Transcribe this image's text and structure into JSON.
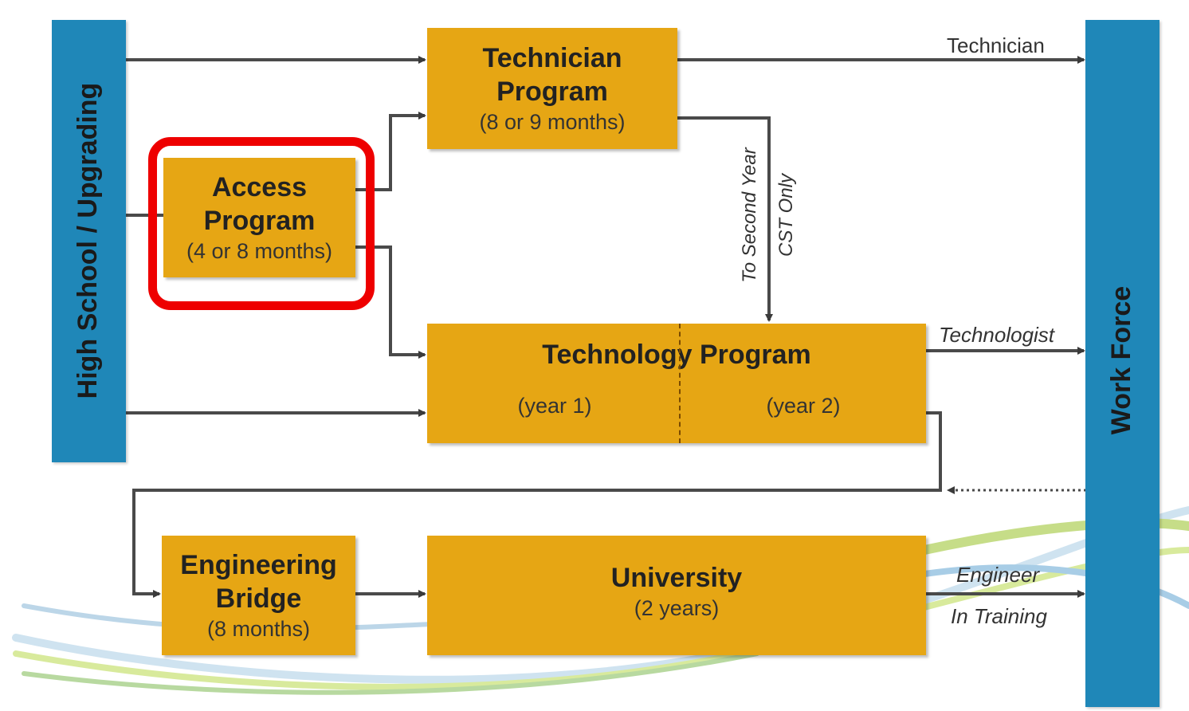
{
  "sidebars": {
    "left_label": "High School / Upgrading",
    "right_label": "Work Force"
  },
  "boxes": {
    "technician": {
      "title": "Technician\nProgram",
      "subtitle": "(8 or 9 months)"
    },
    "access": {
      "title": "Access\nProgram",
      "subtitle": "(4 or 8 months)"
    },
    "technology": {
      "title": "Technology Program",
      "year1": "(year 1)",
      "year2": "(year 2)"
    },
    "engineering": {
      "title": "Engineering\nBridge",
      "subtitle": "(8 months)"
    },
    "university": {
      "title": "University",
      "subtitle": "(2 years)"
    }
  },
  "edge_labels": {
    "technician": "Technician",
    "technologist": "Technologist",
    "engineer_line1": "Engineer",
    "engineer_line2": "In Training",
    "second_year_line1": "To Second Year",
    "second_year_line2": "CST Only"
  },
  "colors": {
    "box": "#e6a614",
    "sidebar": "#1f87b8",
    "highlight": "#ee0000",
    "arrow": "#4a4a4a"
  }
}
